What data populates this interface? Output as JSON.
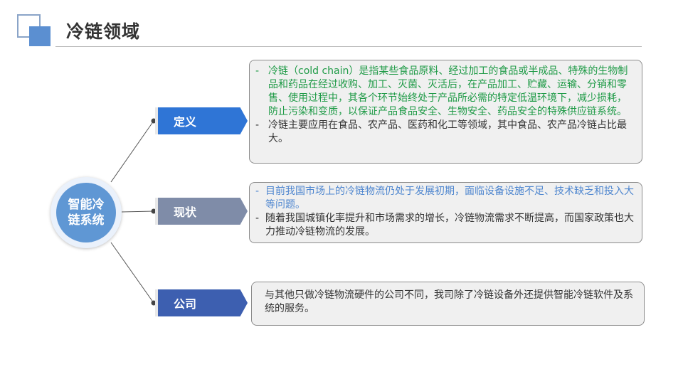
{
  "header": {
    "title": "冷链领域"
  },
  "hub": {
    "label": "智能冷链系统"
  },
  "branches": [
    {
      "label": "定义",
      "items": [
        {
          "text": "冷链（cold chain）是指某些食品原料、经过加工的食品或半成品、特殊的生物制品和药品在经过收购、加工、灭菌、灭活后，在产品加工、贮藏、运输、分销和零售、使用过程中，其各个环节始终处于产品所必需的特定低温环境下，减少损耗，防止污染和变质，以保证产品食品安全、生物安全、药品安全的特殊供应链系统。",
          "color": "#1e9a46"
        },
        {
          "text": "冷链主要应用在食品、农产品、医药和化工等领域，其中食品、农产品冷链占比最大。",
          "color": "#333333"
        }
      ]
    },
    {
      "label": "现状",
      "items": [
        {
          "text": "目前我国市场上的冷链物流仍处于发展初期，面临设备设施不足、技术缺乏和投入大等问题。",
          "color": "#4e86cf"
        },
        {
          "text": "随着我国城镇化率提升和市场需求的增长，冷链物流需求不断提高，而国家政策也大力推动冷链物流的发展。",
          "color": "#333333"
        }
      ]
    },
    {
      "label": "公司",
      "text": "与其他只做冷链物流硬件的公司不同，我司除了冷链设备外还提供智能冷链软件及系统的服务。"
    }
  ],
  "bullet_mark": "-",
  "colors": {
    "accent_blue": "#2f75d6",
    "status_gray": "#7f8ca8",
    "company_blue": "#3d5fb0",
    "hub_blue": "#5f97d4"
  }
}
